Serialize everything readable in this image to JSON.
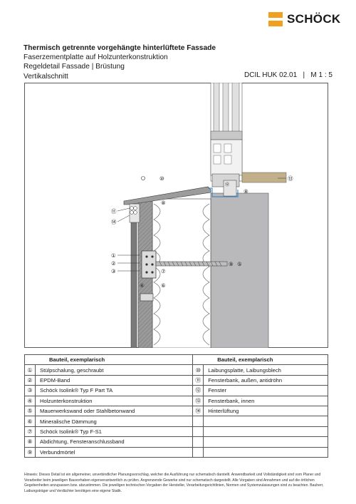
{
  "brand": {
    "name": "SCHÖCK",
    "accent": "#f0a01e"
  },
  "header": {
    "title": "Thermisch getrennte vorgehängte hinterlüftete Fassade",
    "line2": "Faserzementplatte auf Holzunterkonstruktion",
    "line3": "Regeldetail Fassade | Brüstung",
    "line4": "Vertikalschnitt",
    "code": "DCIL HUK 02.01   |   M 1 : 5"
  },
  "callouts": [
    "①",
    "②",
    "③",
    "④",
    "⑤",
    "⑥",
    "⑦",
    "⑧",
    "⑨",
    "⑩",
    "⑪",
    "⑫",
    "⑬",
    "⑭"
  ],
  "legend": {
    "header_left": "Bauteil, exemplarisch",
    "header_right": "Bauteil, exemplarisch",
    "left": [
      {
        "num": "①",
        "label": "Stülpschalung, geschraubt"
      },
      {
        "num": "②",
        "label": "EPDM-Band"
      },
      {
        "num": "③",
        "label": "Schöck Isolink® Typ F Part TA"
      },
      {
        "num": "④",
        "label": "Holzunterkonstruktion"
      },
      {
        "num": "⑤",
        "label": "Mauerwerkswand oder Stahlbetonwand"
      },
      {
        "num": "⑥",
        "label": "Mineralische Dämmung"
      },
      {
        "num": "⑦",
        "label": "Schöck Isolink® Typ F-S1"
      },
      {
        "num": "⑧",
        "label": "Abdichtung, Fensteranschlussband"
      },
      {
        "num": "⑨",
        "label": "Verbundmörtel"
      }
    ],
    "right": [
      {
        "num": "⑩",
        "label": "Laibungsplatte, Laibungsblech"
      },
      {
        "num": "⑪",
        "label": "Fensterbank, außen, antidröhn"
      },
      {
        "num": "⑫",
        "label": "Fenster"
      },
      {
        "num": "⑬",
        "label": "Fensterbank, innen"
      },
      {
        "num": "⑭",
        "label": "Hinterlüftung"
      },
      {
        "num": "",
        "label": ""
      },
      {
        "num": "",
        "label": ""
      },
      {
        "num": "",
        "label": ""
      },
      {
        "num": "",
        "label": ""
      }
    ]
  },
  "note": "Hinweis: Dieses Detail ist ein allgemeiner, unverbindlicher Planungsvorschlag, welcher die Ausführung nur schematisch darstellt. Anwendbarkeit und Vollständigkeit sind vom Planer und Verarbeiter beim jeweiligen Bauvorhaben eigenverantwortlich zu prüfen. Angrenzende Gewerke sind nur schematisch dargestellt. Alle Vorgaben sind Annahmen und auf die örtlichen Gegebenheiten anzupassen bzw. abzustimmen. Die jeweiligen technischen Vorgaben der Hersteller, Verarbeitungsrichtlinien, Normen und Systemzulassungen sind zu beachten. Bauherr, Laibungsträger und Verdächter benötigen eine eigene Statik.",
  "colors": {
    "wall": "#b9b9bb",
    "insulation": "#ffffff",
    "sill_inner": "#c2b08a",
    "frame": "#d6d6d6",
    "wood": "#8f8f8f",
    "cladding": "#7a7a7a"
  }
}
